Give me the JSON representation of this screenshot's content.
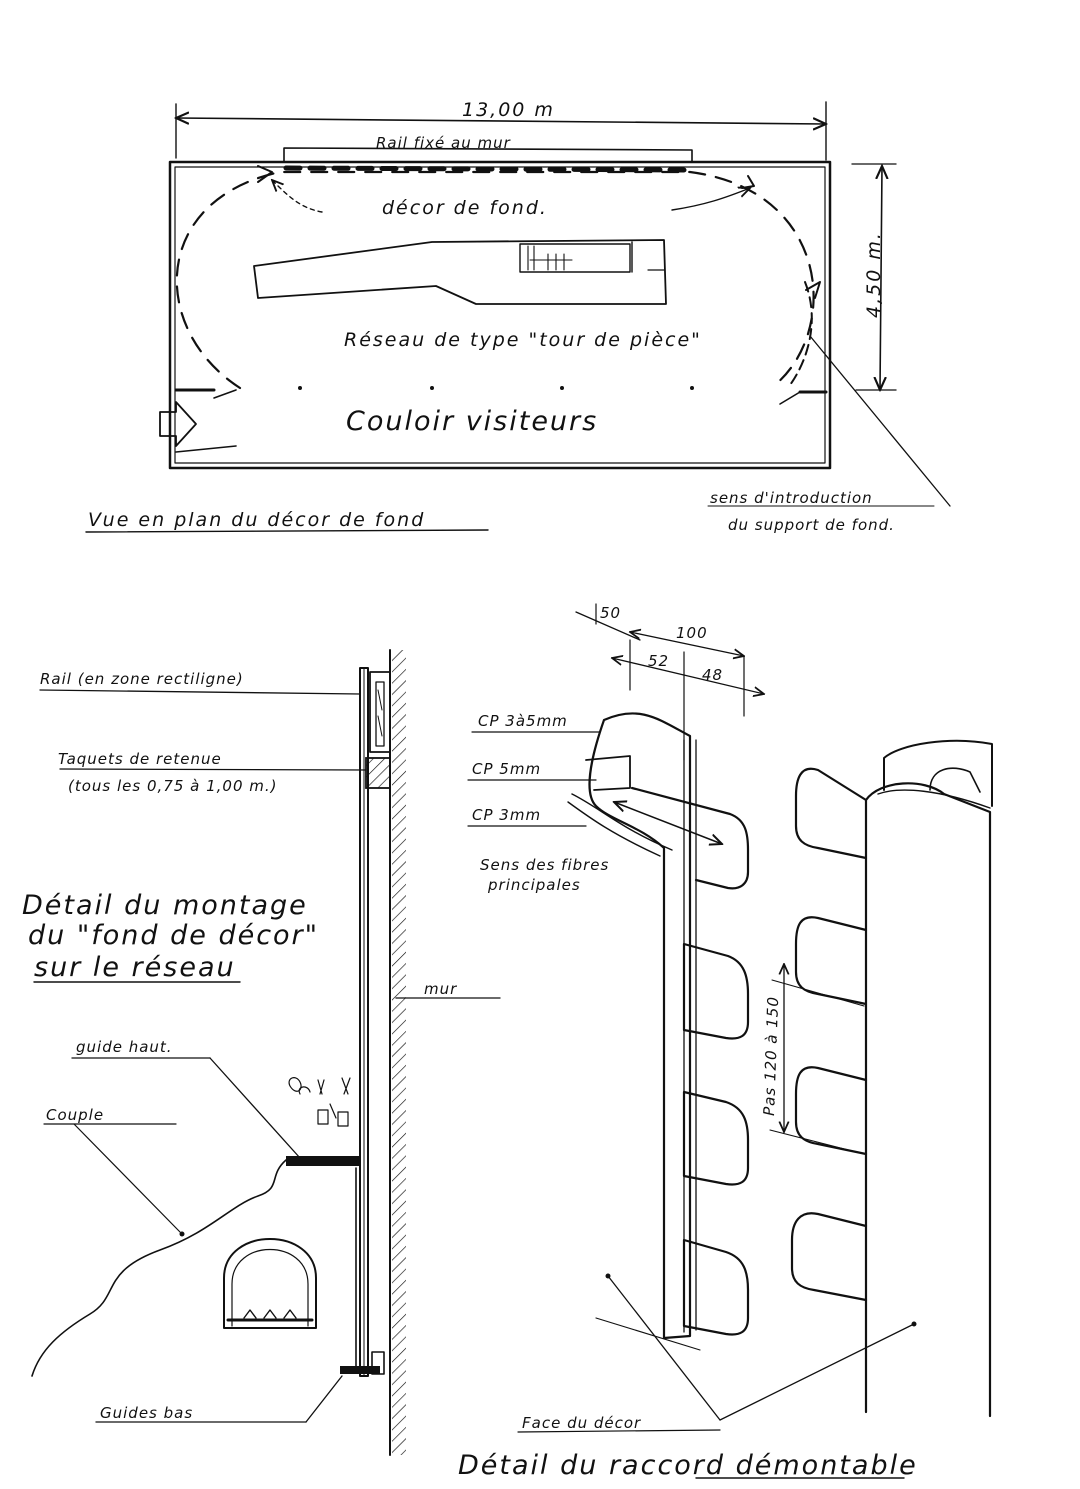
{
  "plan": {
    "dim_length": "13,00 m",
    "dim_width": "4,50 m.",
    "rail": "Rail fixé au mur",
    "decor": "décor de fond.",
    "network": "Réseau de type \"tour de pièce\"",
    "corridor": "Couloir visiteurs",
    "caption": "Vue en plan du décor de fond",
    "direction_line1": "sens d'introduction",
    "direction_line2": "du support de fond."
  },
  "section": {
    "rail": "Rail (en zone rectiligne)",
    "taquets_line1": "Taquets de retenue",
    "taquets_line2": "(tous les 0,75 à 1,00 m.)",
    "title_line1": "Détail du montage",
    "title_line2": "du \"fond de décor\"",
    "title_line3": "sur le réseau",
    "mur": "mur",
    "guide_haut": "guide haut.",
    "couple": "Couple",
    "guides_bas": "Guides bas"
  },
  "joint": {
    "dim_50": "50",
    "dim_100": "100",
    "dim_52": "52",
    "dim_48": "48",
    "cp1": "CP 3à5mm",
    "cp2": "CP 5mm",
    "cp3": "CP 3mm",
    "fibres_line1": "Sens des fibres",
    "fibres_line2": "principales",
    "pas": "Pas 120 à 150",
    "face": "Face du décor",
    "title": "Détail du raccord démontable"
  }
}
